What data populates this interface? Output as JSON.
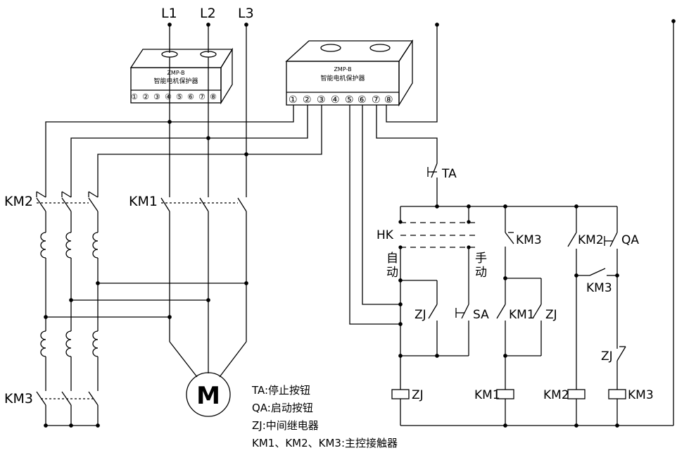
{
  "phases": [
    "L1",
    "L2",
    "L3"
  ],
  "protector_small": {
    "model": "ZMP-B",
    "name": "智能电机保护器",
    "terminals": [
      "①",
      "②",
      "③",
      "④",
      "⑤",
      "⑥",
      "⑦",
      "⑧"
    ]
  },
  "protector_large": {
    "model": "ZMP-B",
    "name": "智能电机保护器",
    "terminals": [
      "①",
      "②",
      "③",
      "④",
      "⑤",
      "⑥",
      "⑦",
      "⑧"
    ]
  },
  "power_labels": {
    "km2": "KM2",
    "km1": "KM1",
    "km3": "KM3"
  },
  "motor_label": "M",
  "control_labels": {
    "ta": "TA",
    "hk": "HK",
    "auto": [
      "自",
      "动"
    ],
    "manual": [
      "手",
      "动"
    ],
    "km3_contact": "KM3",
    "km2_contact": "KM2",
    "qa": "QA",
    "km3_contact2": "KM3",
    "zj_contact": "ZJ",
    "sa": "SA",
    "km1_contact": "KM1",
    "zj_contact2": "ZJ",
    "zj_contact3": "ZJ",
    "coil_zj": "ZJ",
    "coil_km1": "KM1",
    "coil_km2": "KM2",
    "coil_km3": "KM3"
  },
  "legend": [
    "TA:停止按钮",
    "QA:启动按钮",
    "ZJ:中间继电器",
    "KM1、KM2、KM3:主控接触器"
  ]
}
